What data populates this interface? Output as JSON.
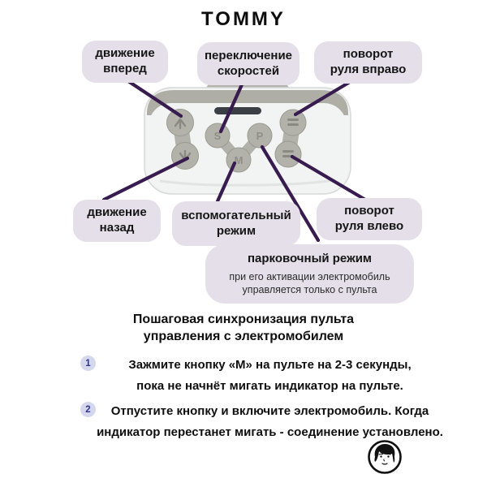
{
  "title": "TOMMY",
  "callouts": [
    {
      "id": "forward",
      "label": "движение\nвперед"
    },
    {
      "id": "speeds",
      "label": "переключение\nскоростей"
    },
    {
      "id": "steer-right",
      "label": "поворот\nруля вправо"
    },
    {
      "id": "backward",
      "label": "движение\nназад"
    },
    {
      "id": "aux",
      "label": "вспомогательный\nрежим"
    },
    {
      "id": "steer-left",
      "label": "поворот\nруля влево"
    },
    {
      "id": "parking",
      "label": "парковочный режим",
      "note": "при его активации электромобиль\nуправляется только с пульта"
    }
  ],
  "remote": {
    "button_speed": "S",
    "button_parking": "P",
    "button_mode": "M"
  },
  "sync": {
    "heading": "Пошаговая синхронизация пульта\nуправления с электромобилем",
    "steps": [
      {
        "num": "1",
        "text": "Зажмите кнопку «М» на пульте на  2-3 секунды,\nпока не начнёт мигать индикатор на пульте."
      },
      {
        "num": "2",
        "text": "Отпустите кнопку и включите электромобиль. Когда\nиндикатор перестанет мигать - соединение установлено."
      }
    ]
  },
  "colors": {
    "bubble": "#e4dfe9",
    "leader_line": "#381b4f",
    "badge_bg": "#d5d7ee",
    "badge_text": "#2e3586",
    "remote_gray": "#afafa7"
  }
}
